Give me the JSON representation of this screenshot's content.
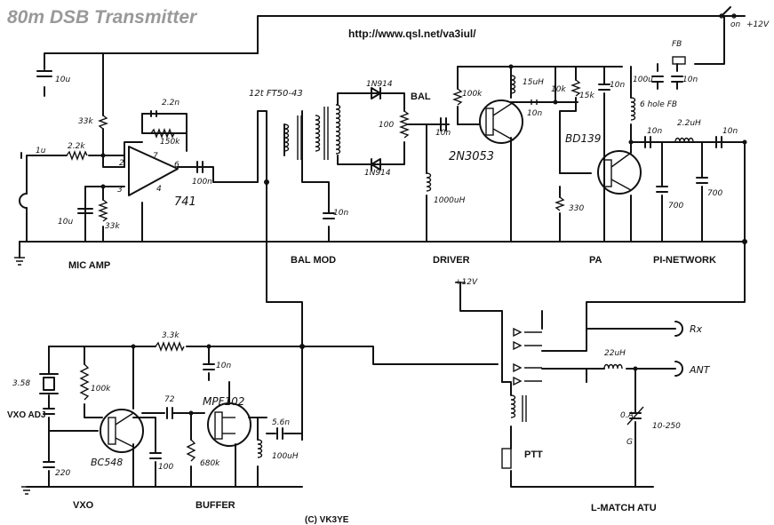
{
  "title": "80m DSB Transmitter",
  "url": "http://www.qsl.net/va3iul/",
  "copyright": "(C) VK3YE",
  "sections": {
    "mic_amp": "MIC AMP",
    "bal_mod": "BAL MOD",
    "driver": "DRIVER",
    "pa": "PA",
    "pi_network": "PI-NETWORK",
    "vxo": "VXO",
    "buffer": "BUFFER",
    "l_match": "L-MATCH ATU",
    "ptt": "PTT",
    "bal": "BAL"
  },
  "components": {
    "c_10u_top": "10u",
    "r_33k_top": "33k",
    "c_2n2": "2.2n",
    "r_150k": "150k",
    "c_1u": "1u",
    "r_2k2": "2.2k",
    "pin_2": "2",
    "pin_3": "3",
    "pin_7": "7",
    "pin_6": "6",
    "pin_4": "4",
    "c_10u_bot": "10u",
    "r_33k_bot": "33k",
    "opamp": "741",
    "c_100n": "100n",
    "toroid": "12t FT50-43",
    "diode_top": "1N914",
    "diode_bot": "1N914",
    "pot_100": "100",
    "c_10n_bal": "10n",
    "c_10n_mod": "10n",
    "r_100k_drv": "100k",
    "t_2n3053": "2N3053",
    "l_1000uh": "1000uH",
    "l_15uh": "15uH",
    "c_10n_drv": "10n",
    "r_10k": "10k",
    "r_15k": "15k",
    "c_10n_pa": "10n",
    "c_100u": "100u",
    "c_10n_pwr": "10n",
    "fuse": "FB",
    "sw_on": "on",
    "v_12": "+12V",
    "v_12_ptt": "+12V",
    "t_bd139": "BD139",
    "r_330": "330",
    "l_6hole": "6 hole FB",
    "c_10n_out1": "10n",
    "l_2u2": "2.2uH",
    "c_10n_out2": "10n",
    "c_700a": "700",
    "c_700b": "700",
    "r_3k3": "3.3k",
    "c_10n_vxo": "10n",
    "xtal": "3.58",
    "r_100k_vxo": "100k",
    "c_72": "72",
    "t_mpf102": "MPF102",
    "c_5p6": "5.6n",
    "l_100uh": "100uH",
    "vxo_adj": "VXO ADJ",
    "t_bc548": "BC548",
    "c_100": "100",
    "r_680k": "680k",
    "c_220": "220",
    "rx": "Rx",
    "ant": "ANT",
    "l_22uh": "22uH",
    "c_0a": "0.A",
    "c_10_250": "10-250",
    "c_g": "G"
  },
  "colors": {
    "ink": "#111111",
    "title": "#999999",
    "paper": "#ffffff"
  }
}
